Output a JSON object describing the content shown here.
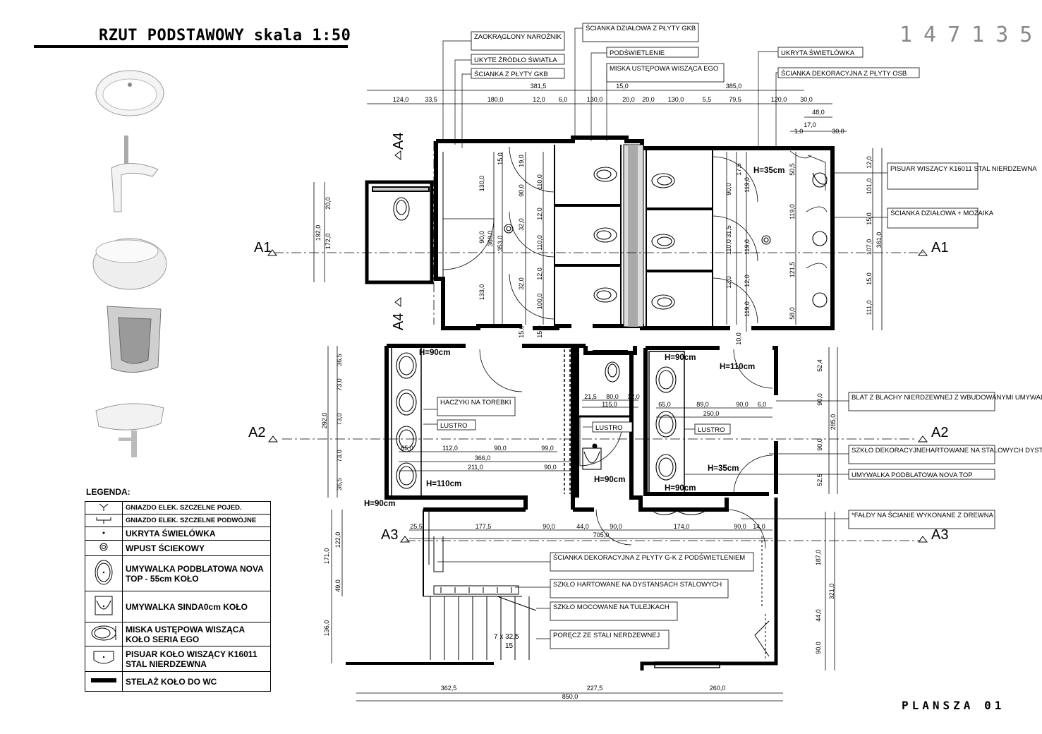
{
  "title": "RZUT PODSTAWOWY skala 1:50",
  "sheet_number": "147135",
  "plansza": "PLANSZA 01",
  "legend": {
    "heading": "LEGENDA:",
    "items": [
      {
        "symbol": "single-socket-icon",
        "label": "GNIAZDO ELEK. SZCZELNE POJED."
      },
      {
        "symbol": "double-socket-icon",
        "label": "GNIAZDO ELEK. SZCZELNE PODWÓJNE"
      },
      {
        "symbol": "light-strip-icon",
        "label": "UKRYTA ŚWIELÓWKA"
      },
      {
        "symbol": "floor-drain-icon",
        "label": "WPUST ŚCIEKOWY"
      },
      {
        "symbol": "countertop-basin-icon",
        "label": "UMYWALKA PODBLATOWA NOVA TOP - 55cm KOŁO"
      },
      {
        "symbol": "sinda-basin-icon",
        "label": "UMYWALKA SINDA0cm KOŁO"
      },
      {
        "symbol": "wall-toilet-icon",
        "label": "MISKA USTĘPOWA WISZĄCA KOŁO SERIA EGO"
      },
      {
        "symbol": "urinal-icon",
        "label": "PISUAR KOŁO WISZĄCY K16011 STAL NIERDZEWNA"
      },
      {
        "symbol": "wc-frame-icon",
        "label": "STELAŻ KOŁO DO WC"
      }
    ]
  },
  "callouts": {
    "zaokraglony": "ZAOKRĄGLONY NAROŻNIK",
    "ukryte_zrodlo": "UKYTE ŹRÓDŁO ŚWIATŁA",
    "scianka_gkb": "ŚCIANKA Z PŁYTY GKB",
    "scianka_dzialowa_gkb": "ŚCIANKA DZIAŁOWA Z PŁYTY GKB",
    "podswietlenie": "PODŚWIETLENIE",
    "miska_ego": "MISKA USTĘPOWA WISZĄCA EGO",
    "ukryta_swietlowka": "UKRYTA ŚWIETLÓWKA",
    "scianka_osb": "ŚCIANKA DEKORACYJNA Z PŁYTY OSB",
    "pisuar": "PISUAR WISZĄCY K16011 STAL NIERDZEWNA",
    "scianka_mozaika": "ŚCIANKA DZIAŁOWA + MOZAIKA",
    "haczyki": "HACZYKI NA TOREBKI",
    "lustro": "LUSTRO",
    "blat": "BLAT Z BLACHY NIERDZEWNEJ Z WBUDOWANYMI UMYWALKAMI",
    "szklo_dekoracyjne": "SZKŁO DEKORACYJNEHARTOWANE NA STALOWYCH DYSTANSACH",
    "nova_top": "UMYWALKA PODBLATOWA NOVA TOP",
    "faldy": "*FAŁDY NA ŚCIANIE WYKONANE Z DREWNA",
    "scianka_gk": "ŚCIANKA DEKORACYJNA Z PŁYTY G-K Z PODŚWIETLENIEM",
    "szklo_hartowane": "SZKŁO HARTOWANE NA DYSTANSACH STALOWYCH",
    "szklo_mocowane": "SZKŁO MOCOWANE NA TULEJKACH",
    "porecz": "PORĘCZ ZE STALI NERDZEWNEJ"
  },
  "sections": {
    "a1": "A1",
    "a2": "A2",
    "a3": "A3",
    "a4": "A4"
  },
  "heights": {
    "h35": "H=35cm",
    "h90": "H=90cm",
    "h110": "H=110cm",
    "h110b": "H=110cm"
  },
  "stairs": {
    "run": "7 x 32,5",
    "count": "15"
  },
  "dims": {
    "top1": [
      "124,0",
      "33,5",
      "180,0",
      "12,0",
      "6,0",
      "130,0",
      "20,0",
      "20,0",
      "130,0",
      "5,5",
      "79,5",
      "120,0",
      "30,0"
    ],
    "top_total_left": "381,5",
    "top_total_mid": "15,0",
    "top_total_right": "385,0",
    "top_small": [
      "48,0",
      "17,0",
      "1,0",
      "30,0"
    ],
    "left_side": [
      "20,0",
      "172,0",
      "192,0"
    ],
    "right_side": [
      "12,0",
      "101,0",
      "15,0",
      "107,0",
      "15,0",
      "111,0",
      "361,0"
    ],
    "mid_band": [
      "52,4",
      "90,0",
      "52,5",
      "285,0",
      "90,0"
    ],
    "lower_left": [
      "36,5",
      "73,0",
      "73,0",
      "73,0",
      "36,5",
      "292,0"
    ],
    "lower_right": [
      "187,0",
      "44,0",
      "90,0",
      "321,0"
    ],
    "stair_left": [
      "122,0",
      "49,0",
      "171,0",
      "136,0"
    ],
    "row_a": [
      "65,0",
      "112,0",
      "90,0",
      "99,0",
      "366,0"
    ],
    "row_b": [
      "211,0",
      "90,0"
    ],
    "row_c": [
      "21,5",
      "80,0",
      "12,0",
      "115,0"
    ],
    "row_d": [
      "65,0",
      "89,0",
      "90,0",
      "6,0",
      "250,0"
    ],
    "row_e": [
      "25,5",
      "177,5",
      "90,0",
      "44,0",
      "90,0",
      "174,0",
      "90,0",
      "14,0",
      "705,0"
    ],
    "bottom": [
      "362,5",
      "227,5",
      "260,0",
      "850,0"
    ],
    "inner_col1": [
      "130,0",
      "368,0",
      "90,0",
      "133,0",
      "15,0"
    ],
    "inner_col2": [
      "353,0",
      "90,0",
      "32,0",
      "32,0",
      "15,0"
    ],
    "inner_col3": [
      "110,0",
      "12,0",
      "110,0",
      "12,0",
      "100,0",
      "15,0",
      "19,0"
    ],
    "inner_col4": [
      "90,0",
      "31,5",
      "110,0",
      "12,0",
      "119,0",
      "17,5",
      "119,0",
      "12,0",
      "119,0",
      "10,0"
    ],
    "inner_col5": [
      "50,5",
      "119,0",
      "121,5",
      "58,0"
    ]
  }
}
